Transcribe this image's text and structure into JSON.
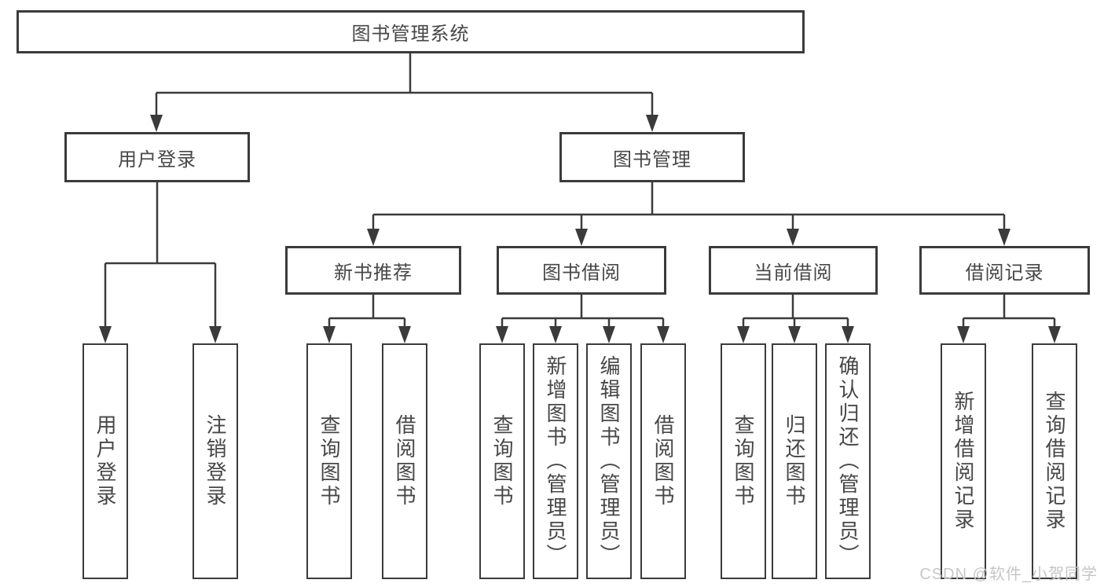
{
  "diagram": {
    "type": "tree",
    "root": {
      "label": "图书管理系统",
      "children": [
        {
          "label": "用户登录",
          "children": [
            {
              "label": "用户登录"
            },
            {
              "label": "注销登录"
            }
          ]
        },
        {
          "label": "图书管理",
          "children": [
            {
              "label": "新书推荐",
              "children": [
                {
                  "label": "查询图书"
                },
                {
                  "label": "借阅图书"
                }
              ]
            },
            {
              "label": "图书借阅",
              "children": [
                {
                  "label": "查询图书"
                },
                {
                  "label": "新增图书（管理员）"
                },
                {
                  "label": "编辑图书（管理员）"
                },
                {
                  "label": "借阅图书"
                }
              ]
            },
            {
              "label": "当前借阅",
              "children": [
                {
                  "label": "查询图书"
                },
                {
                  "label": "归还图书"
                },
                {
                  "label": "确认归还（管理员）"
                }
              ]
            },
            {
              "label": "借阅记录",
              "children": [
                {
                  "label": "新增借阅记录"
                },
                {
                  "label": "查询借阅记录"
                }
              ]
            }
          ]
        }
      ]
    }
  },
  "watermark": {
    "text": "CSDN @软件_小贺同学"
  },
  "colors": {
    "line": "#3b3b3d",
    "text": "#474747",
    "watermark": "#c6c6c6",
    "bg": "#ffffff"
  }
}
